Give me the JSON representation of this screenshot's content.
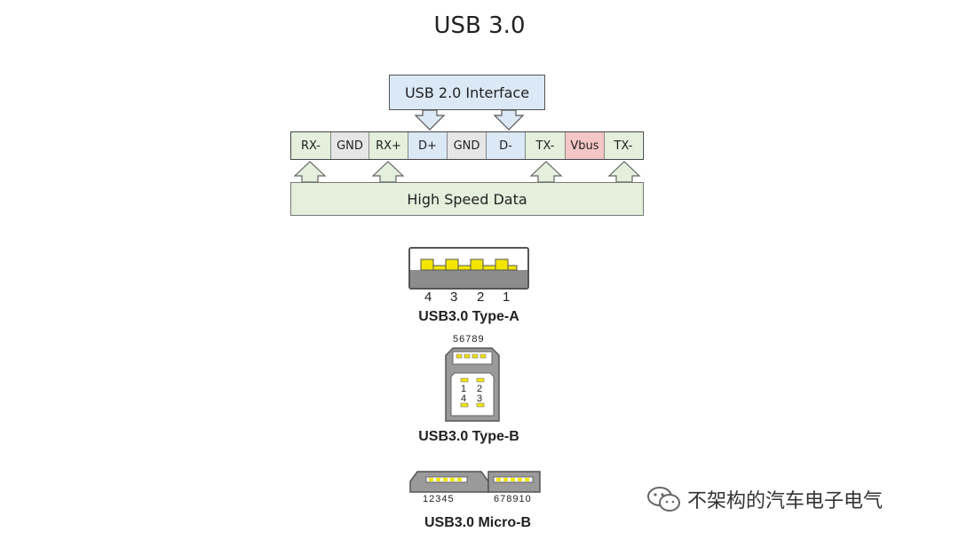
{
  "title": "USB 3.0",
  "usb2_interface": "USB 2.0 Interface",
  "high_speed_data": "High Speed Data",
  "pins": [
    {
      "label": "RX-",
      "color": "#e4efdc"
    },
    {
      "label": "GND",
      "color": "#e6e6e6"
    },
    {
      "label": "RX+",
      "color": "#e4efdc"
    },
    {
      "label": "D+",
      "color": "#dbe8f6"
    },
    {
      "label": "GND",
      "color": "#e6e6e6"
    },
    {
      "label": "D-",
      "color": "#dbe8f6"
    },
    {
      "label": "TX-",
      "color": "#e4efdc"
    },
    {
      "label": "Vbus",
      "color": "#f4c6c6"
    },
    {
      "label": "TX-",
      "color": "#e4efdc"
    }
  ],
  "type_a": {
    "label": "USB3.0 Type-A",
    "numbers": [
      "4",
      "3",
      "2",
      "1"
    ]
  },
  "type_b": {
    "label": "USB3.0 Type-B",
    "top_numbers": "56789",
    "inner_numbers": [
      "1",
      "2",
      "4",
      "3"
    ]
  },
  "micro_b": {
    "label": "USB3.0 Micro-B",
    "left_numbers": "12345",
    "right_numbers": "678910"
  },
  "watermark": "不架构的汽车电子电气",
  "colors": {
    "usb2_blue": "#dbe8f6",
    "hs_green": "#e4efdc",
    "gnd_gray": "#e6e6e6",
    "vbus_red": "#f4c6c6",
    "contact_yellow": "#f2e600"
  }
}
